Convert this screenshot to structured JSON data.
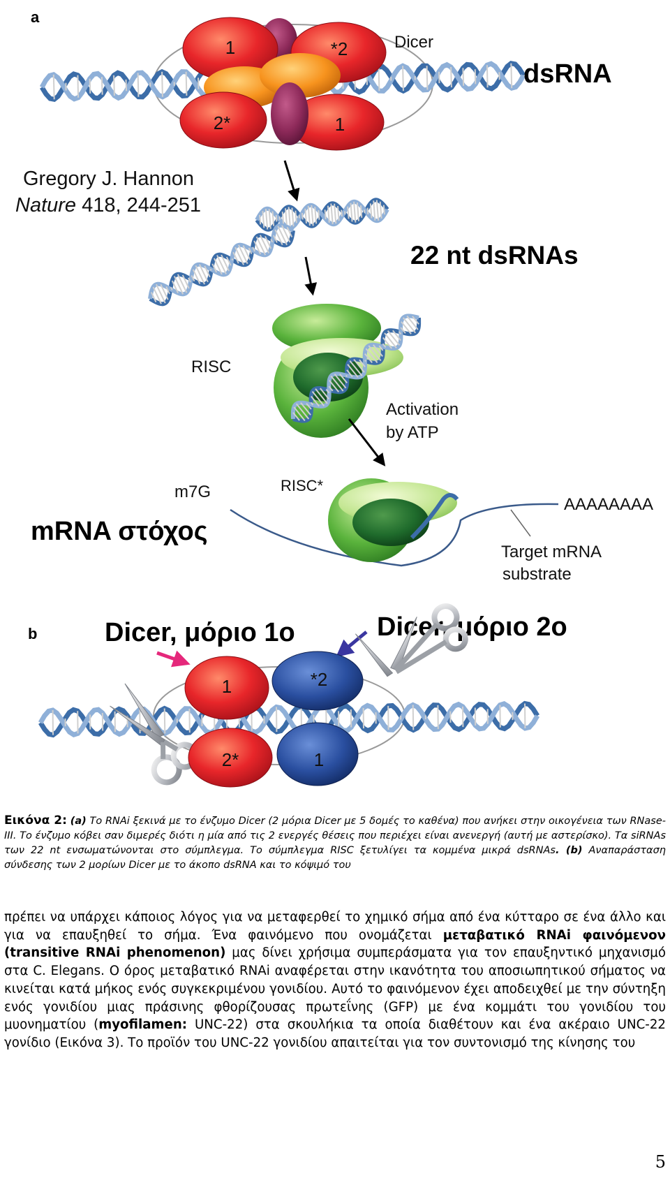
{
  "figure": {
    "panel_a": {
      "panel_letter": "a",
      "dicer_label": "Dicer",
      "dsrna_label": "dsRNA",
      "subunit_labels": [
        "1",
        "*2",
        "2*",
        "1"
      ],
      "citation_author": "Gregory J. Hannon",
      "citation_journal": "Nature",
      "citation_ref": " 418, 244-251",
      "product_label": "22 nt dsRNAs",
      "risc_label": "RISC",
      "activation_line1": "Activation",
      "activation_line2": "by ATP",
      "m7g_label": "m7G",
      "risc_star_label": "RISC*",
      "polya_label": "AAAAAAAA",
      "target_line1": "Target mRNA",
      "target_line2": "substrate",
      "mrna_target_label": "mRNA στόχος"
    },
    "panel_b": {
      "panel_letter": "b",
      "dicer1_label": "Dicer, μόριο 1ο",
      "dicer2_label": "Dicer, μόριο 2ο",
      "subunit_labels": [
        "1",
        "*2",
        "2*",
        "1"
      ]
    },
    "colors": {
      "dicer_red": "#e8262a",
      "dicer_orange": "#f7931e",
      "dicer_purple": "#8e2a5a",
      "dicer_blue": "#2a4fa0",
      "risc_green": "#5ab33c",
      "risc_dark_green": "#1f6b2c",
      "dna_blue": "#3c6da8",
      "arrow_pink": "#e5287b",
      "arrow_navy": "#3a36a0"
    }
  },
  "caption": {
    "label": "Εικόνα 2:",
    "a_marker": "(a)",
    "text_a": " Το RNAi ξεκινά με το ένζυμο Dicer (2 μόρια Dicer με 5 δομές το καθένα) που ανήκει στην οικογένεια των RNase-III. Το ένζυμο κόβει σαν διμερές διότι η μία από τις 2 ενεργές θέσεις που περιέχει είναι ανενεργή (αυτή με αστερίσκο). Τα siRNAs των 22 nt ενσωματώνονται στο σύμπλεγμα. Το σύμπλεγμα RISC ξετυλίγει τα κομμένα μικρά dsRNAs",
    "b_marker": ". (b)",
    "text_b": " Αναπαράσταση σύνδεσης των 2 μορίων Dicer με το άκοπο dsRNA και το κόψιμό του"
  },
  "body": {
    "p1_start": "πρέπει να υπάρχει κάποιος λόγος για να μεταφερθεί το χημικό σήμα από ένα κύτταρο σε ένα άλλο και για να επαυξηθεί το σήμα. Ένα φαινόμενο που ονομάζεται ",
    "p1_bold": "μεταβατικό RNAi φαινόμενον (transitive RNAi phenomenon)",
    "p1_mid": " μας δίνει χρήσιμα συμπεράσματα για τον επαυξηντικό μηχανισμό στα C. Elegans. Ο όρος μεταβατικό RNAi αναφέρεται στην ικανότητα του αποσιωπητικού σήματος να κινείται κατά μήκος ενός συγκεκριμένου γονιδίου. Αυτό το φαινόμενον έχει αποδειχθεί με την σύντηξη ενός γονιδίου μιας πράσινης φθορίζουσας πρωτεΐνης (GFP) με ένα κομμάτι του γονιδίου του μυονηματίου (",
    "p1_bold2": "myofilamen:",
    "p1_end": " UNC-22) στα σκουλήκια τα οποία διαθέτουν και ένα ακέραιο UNC-22 γονίδιο (Εικόνα 3). Το προϊόν του UNC-22 γονιδίου απαιτείται για τον συντονισμό της κίνησης του"
  },
  "page_number": "5"
}
